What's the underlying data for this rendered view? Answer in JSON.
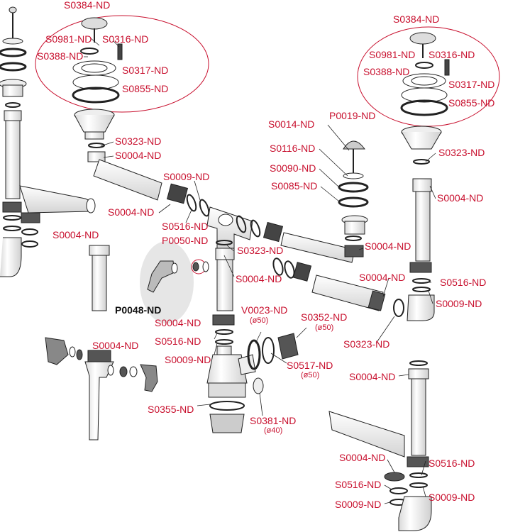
{
  "colors": {
    "label": "#c8102e",
    "line": "#222222",
    "metal": "#bfc4c8",
    "shadow": "#e2e2e2"
  },
  "labels": {
    "s0384_left": "S0384-ND",
    "s0981_left": "S0981-ND",
    "s0316_left": "S0316-ND",
    "s0388_left": "S0388-ND",
    "s0317_left": "S0317-ND",
    "s0855_left": "S0855-ND",
    "s0323_a": "S0323-ND",
    "s0004_a": "S0004-ND",
    "s0009_a": "S0009-ND",
    "s0004_b": "S0004-ND",
    "s0516_a": "S0516-ND",
    "s0004_c": "S0004-ND",
    "p0050": "P0050-ND",
    "p0048": "P0048-ND",
    "s0323_b": "S0323-ND",
    "s0004_d": "S0004-ND",
    "s0004_e": "S0004-ND",
    "s0516_b": "S0516-ND",
    "s0009_b": "S0009-ND",
    "v0023": "V0023-ND",
    "v0023_sub": "(ø50)",
    "s0352": "S0352-ND",
    "s0352_sub": "(ø50)",
    "s0517": "S0517-ND",
    "s0517_sub": "(ø50)",
    "s0004_f": "S0004-ND",
    "s0355": "S0355-ND",
    "s0381": "S0381-ND",
    "s0381_sub": "(ø40)",
    "s0014": "S0014-ND",
    "p0019": "P0019-ND",
    "s0116": "S0116-ND",
    "s0090": "S0090-ND",
    "s0085": "S0085-ND",
    "s0384_right": "S0384-ND",
    "s0981_right": "S0981-ND",
    "s0316_right": "S0316-ND",
    "s0388_right": "S0388-ND",
    "s0317_right": "S0317-ND",
    "s0855_right": "S0855-ND",
    "s0323_c": "S0323-ND",
    "s0004_g": "S0004-ND",
    "s0004_h": "S0004-ND",
    "s0004_i": "S0004-ND",
    "s0516_c": "S0516-ND",
    "s0009_c": "S0009-ND",
    "s0323_d": "S0323-ND",
    "s0004_j": "S0004-ND",
    "s0004_k": "S0004-ND",
    "s0516_d": "S0516-ND",
    "s0516_e": "S0516-ND",
    "s0009_d": "S0009-ND",
    "s0009_e": "S0009-ND"
  }
}
